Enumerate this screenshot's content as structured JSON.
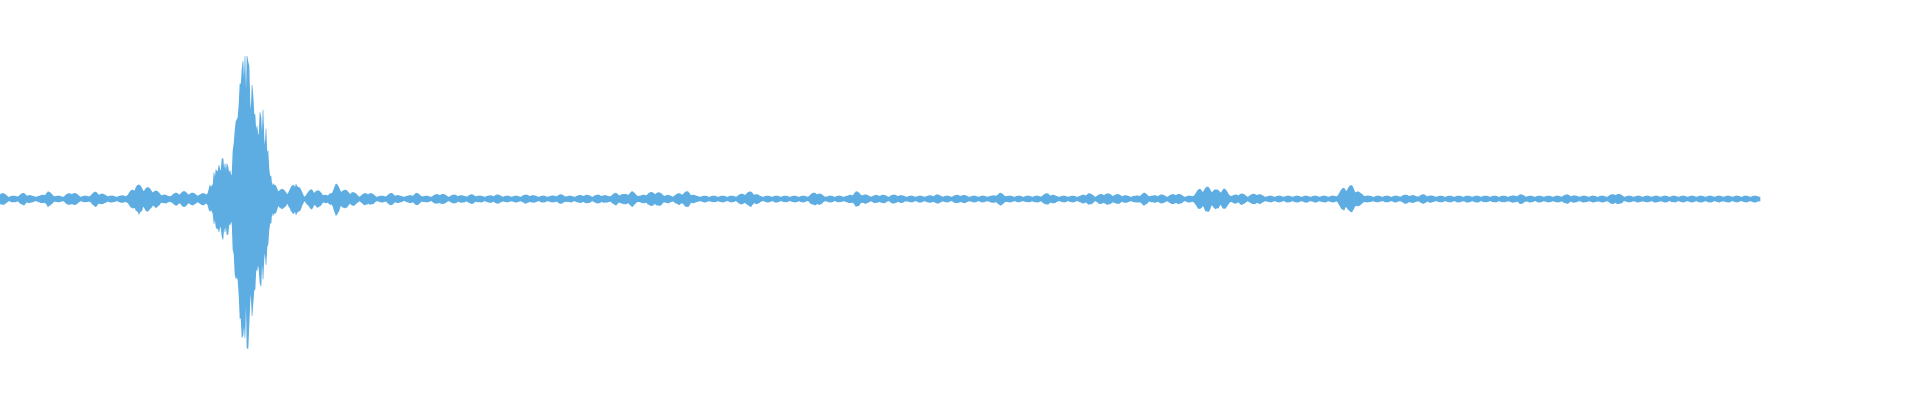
{
  "waveform": {
    "color": "#5dade2",
    "background": "#ffffff",
    "amplitude_envelope": [
      0.05,
      0.02,
      0.02,
      0.04,
      0.02,
      0.02,
      0.05,
      0.02,
      0.02,
      0.05,
      0.02,
      0.02,
      0.05,
      0.03,
      0.02,
      0.02,
      0.03,
      0.1,
      0.08,
      0.07,
      0.04,
      0.02,
      0.04,
      0.05,
      0.04,
      0.03,
      0.05,
      0.22,
      0.28,
      0.25,
      0.85,
      1.0,
      0.62,
      0.6,
      0.12,
      0.07,
      0.05,
      0.12,
      0.02,
      0.07,
      0.05,
      0.02,
      0.1,
      0.06,
      0.05,
      0.02,
      0.05,
      0.02,
      0.02,
      0.04,
      0.02,
      0.02,
      0.04,
      0.02,
      0.02,
      0.04,
      0.02,
      0.03,
      0.02,
      0.03,
      0.02,
      0.02,
      0.03,
      0.02,
      0.02,
      0.02,
      0.03,
      0.02,
      0.02,
      0.02,
      0.03,
      0.02,
      0.02,
      0.03,
      0.02,
      0.03,
      0.02,
      0.04,
      0.03,
      0.05,
      0.02,
      0.04,
      0.05,
      0.03,
      0.02,
      0.04,
      0.05,
      0.02,
      0.02,
      0.02,
      0.02,
      0.02,
      0.02,
      0.04,
      0.05,
      0.02,
      0.02,
      0.02,
      0.02,
      0.02,
      0.02,
      0.02,
      0.05,
      0.02,
      0.02,
      0.02,
      0.02,
      0.05,
      0.03,
      0.02,
      0.03,
      0.02,
      0.03,
      0.02,
      0.02,
      0.02,
      0.02,
      0.03,
      0.02,
      0.02,
      0.03,
      0.02,
      0.02,
      0.02,
      0.02,
      0.04,
      0.02,
      0.02,
      0.02,
      0.02,
      0.02,
      0.04,
      0.02,
      0.02,
      0.02,
      0.02,
      0.04,
      0.02,
      0.04,
      0.03,
      0.03,
      0.02,
      0.02,
      0.04,
      0.02,
      0.03,
      0.02,
      0.04,
      0.02,
      0.02,
      0.07,
      0.08,
      0.06,
      0.07,
      0.02,
      0.04,
      0.02,
      0.04,
      0.02,
      0.02,
      0.02,
      0.02,
      0.02,
      0.02,
      0.02,
      0.02,
      0.02,
      0.02,
      0.08,
      0.09,
      0.04,
      0.02,
      0.02,
      0.02,
      0.02,
      0.02,
      0.03,
      0.02,
      0.03,
      0.02,
      0.02,
      0.02,
      0.02,
      0.02,
      0.02,
      0.02,
      0.02,
      0.02,
      0.02,
      0.02,
      0.03,
      0.02,
      0.02,
      0.02,
      0.02,
      0.02,
      0.03,
      0.02,
      0.02,
      0.02,
      0.02,
      0.02,
      0.04,
      0.02,
      0.02,
      0.02,
      0.02,
      0.02,
      0.02,
      0.02,
      0.02,
      0.02,
      0.02,
      0.02,
      0.02,
      0.02,
      0.02,
      0.02,
      0.02,
      0.02,
      0.02
    ]
  }
}
